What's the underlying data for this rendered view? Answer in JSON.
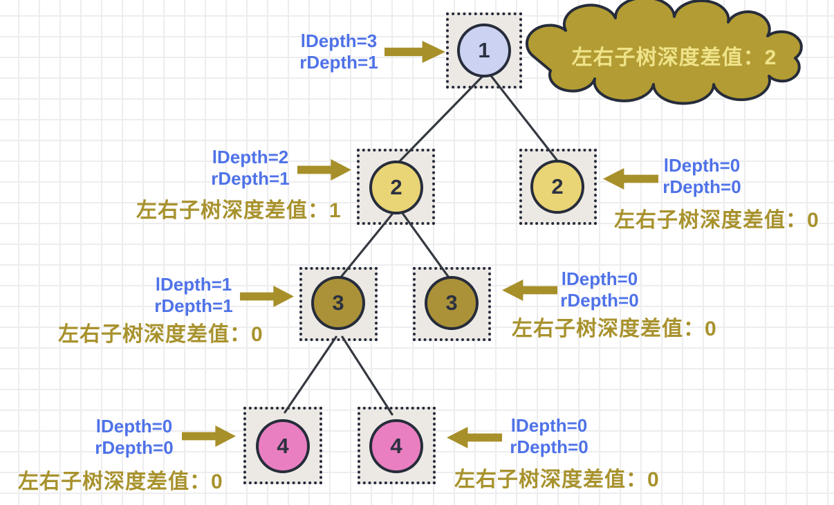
{
  "diagram": {
    "description": "binary-tree-depth-difference-diagram",
    "cloud": {
      "label": "左右子树深度差值：2"
    },
    "tree": {
      "nodes": [
        {
          "name": "node-1",
          "value": "1"
        },
        {
          "name": "node-2-left",
          "value": "2"
        },
        {
          "name": "node-2-right",
          "value": "2"
        },
        {
          "name": "node-3-left",
          "value": "3"
        },
        {
          "name": "node-3-right",
          "value": "3"
        },
        {
          "name": "node-4-left",
          "value": "4"
        },
        {
          "name": "node-4-right",
          "value": "4"
        }
      ]
    },
    "annotations": {
      "root": {
        "ldepth": "lDepth=3",
        "rdepth": "rDepth=1"
      },
      "n2_left": {
        "ldepth": "lDepth=2",
        "rdepth": "rDepth=1",
        "diff": "左右子树深度差值：1"
      },
      "n2_right": {
        "ldepth": "lDepth=0",
        "rdepth": "rDepth=0",
        "diff": "左右子树深度差值：0"
      },
      "n3_left": {
        "ldepth": "lDepth=1",
        "rdepth": "rDepth=1",
        "diff": "左右子树深度差值：0"
      },
      "n3_right": {
        "ldepth": "lDepth=0",
        "rdepth": "rDepth=0",
        "diff": "左右子树深度差值：0"
      },
      "n4_left": {
        "ldepth": "lDepth=0",
        "rdepth": "rDepth=0",
        "diff": "左右子树深度差值：0"
      },
      "n4_right": {
        "ldepth": "lDepth=0",
        "rdepth": "rDepth=0",
        "diff": "左右子树深度差值：0"
      }
    },
    "colors": {
      "node1_fill": "#ccd2f1",
      "node2_fill": "#e9d476",
      "node3_fill": "#ab9238",
      "node4_fill": "#e97fc0",
      "outline": "#262c3a",
      "edge": "#34383f",
      "arrow": "#a7902a",
      "blue_text": "#4f72e8",
      "olive_text": "#a8922d",
      "cloud_fill": "#b29c33",
      "cloud_text": "#efe38a",
      "box_background": "#ece9e5",
      "grid_line": "#ededf0"
    }
  }
}
